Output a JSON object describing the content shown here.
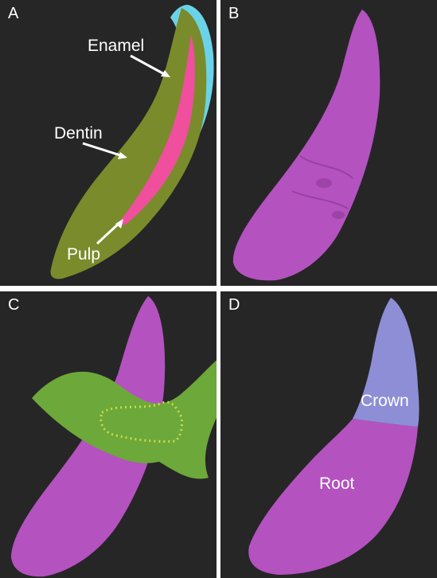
{
  "panels": {
    "a": {
      "letter": "A"
    },
    "b": {
      "letter": "B"
    },
    "c": {
      "letter": "C"
    },
    "d": {
      "letter": "D"
    }
  },
  "labels": {
    "enamel": "Enamel",
    "dentin": "Dentin",
    "pulp": "Pulp",
    "crown": "Crown",
    "root": "Root"
  },
  "colors": {
    "background": "#262626",
    "enamel": "#6bd3e8",
    "dentin": "#7a8b2c",
    "pulp": "#ef4f9c",
    "tooth": "#b452c0",
    "crown": "#8d8ed6",
    "cut_surface": "#6da83a",
    "cut_outline": "#c8dc4a",
    "label_text": "#ffffff"
  }
}
